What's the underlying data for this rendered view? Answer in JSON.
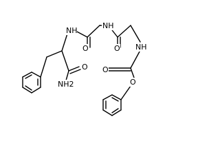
{
  "atom_labels": {
    "nh_left": "NH",
    "nh_mid": "NH",
    "nh_right": "NH",
    "o_left_amide": "O",
    "o_mid_amide": "O",
    "o_carbamate_c_o": "O",
    "o_carbamate_ester": "O",
    "nh2_amide": "NH2"
  },
  "colors": {
    "bond": "#000000",
    "text": "#000000",
    "background": "#ffffff"
  }
}
